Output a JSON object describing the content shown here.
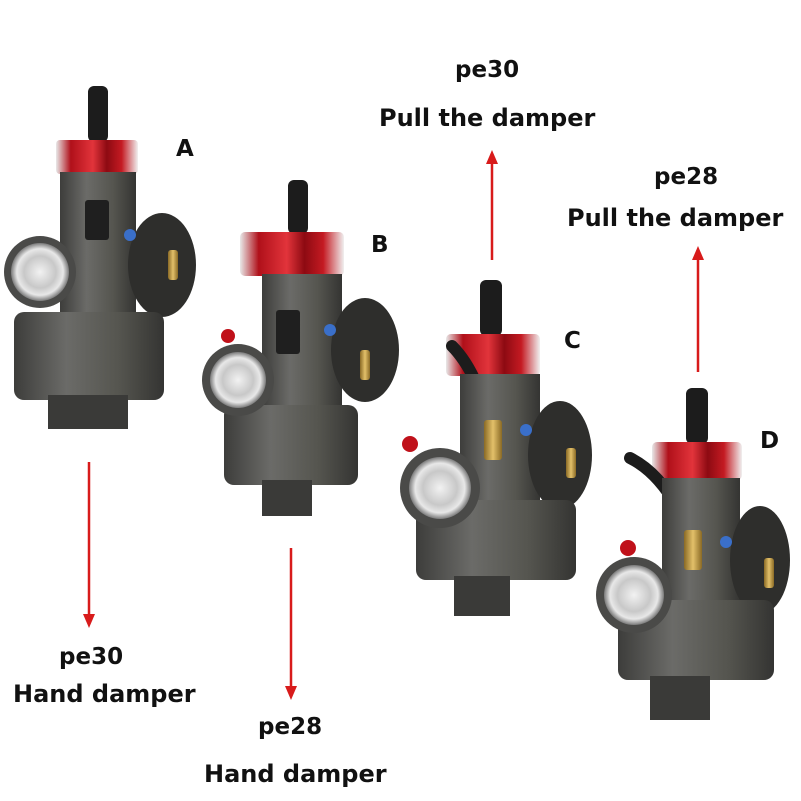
{
  "items": [
    {
      "letter": "A",
      "model": "pe30",
      "type": "Hand damper"
    },
    {
      "letter": "B",
      "model": "pe28",
      "type": "Hand damper"
    },
    {
      "letter": "C",
      "model": "pe30",
      "type": "Pull the damper"
    },
    {
      "letter": "D",
      "model": "pe28",
      "type": "Pull the damper"
    }
  ],
  "colors": {
    "arrow": "#d81b1b",
    "cap_red": "#c0111a",
    "body": "#5a5a58",
    "body_dark": "#3c3c3a",
    "chrome": "#d8d8d8",
    "brass": "#c9a04a",
    "blue_screw": "#3a6fc9"
  },
  "icons": [
    "carburetor-image-a",
    "carburetor-image-b",
    "carburetor-image-c",
    "carburetor-image-d"
  ]
}
